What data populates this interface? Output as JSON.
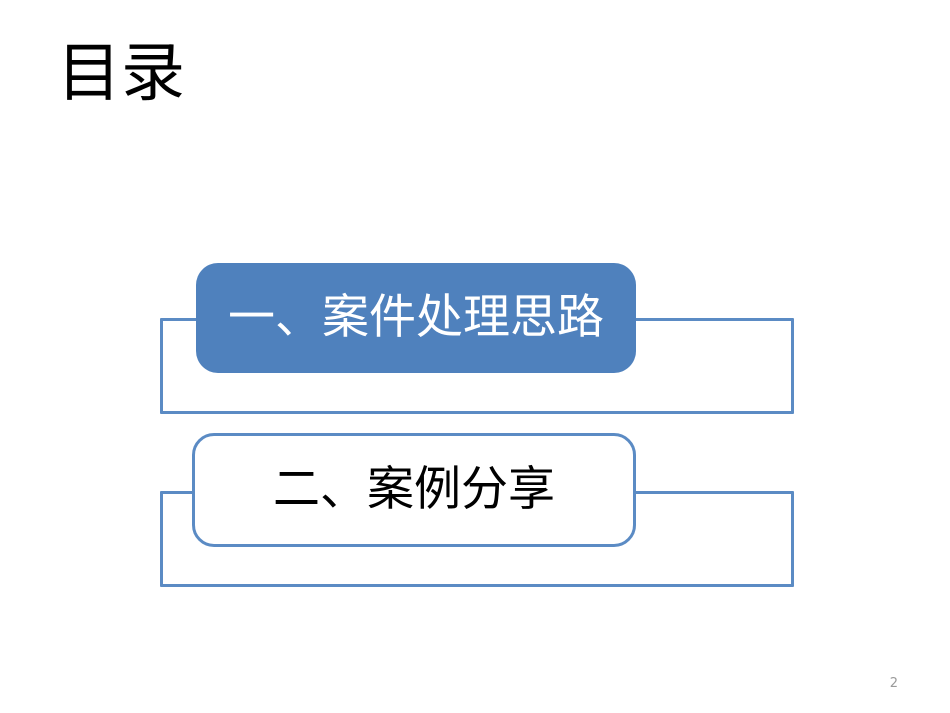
{
  "slide": {
    "title": "目录",
    "page_number": "2",
    "background_color": "#FFFFFF",
    "accent_color": "#4F81BD",
    "outline_color": "#5B8BC4",
    "page_number_color": "#9A9A9A"
  },
  "agenda": {
    "items": [
      {
        "label": "一、案件处理思路",
        "style": "filled",
        "fill_color": "#4F81BD",
        "text_color": "#FFFFFF"
      },
      {
        "label": "二、案例分享",
        "style": "outlined",
        "fill_color": "#FFFFFF",
        "text_color": "#000000"
      }
    ]
  }
}
